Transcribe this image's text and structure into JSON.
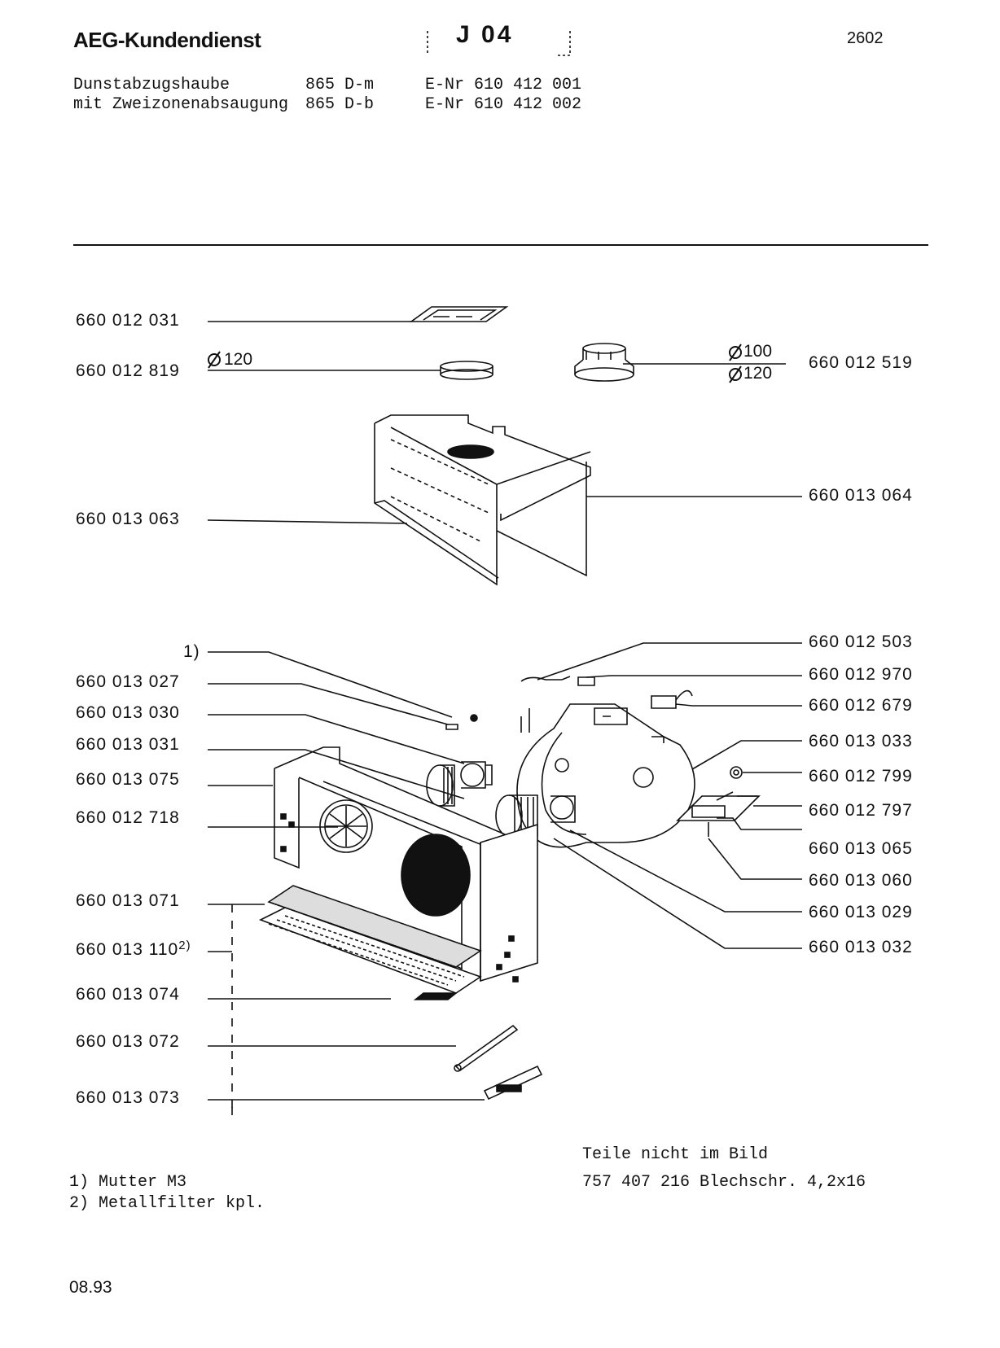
{
  "header": {
    "brand": "AEG-Kundendienst",
    "code": "J 04",
    "doc_number": "2602"
  },
  "models": [
    {
      "name": "Dunstabzugshaube",
      "model": "865 D-m",
      "enr": "E-Nr 610 412 001"
    },
    {
      "name": "mit Zweizonenabsaugung",
      "model": "865 D-b",
      "enr": "E-Nr 610 412 002"
    }
  ],
  "parts_left": [
    {
      "number": "660 012 031"
    },
    {
      "number": "660 012 819"
    },
    {
      "number": "660 013 063"
    },
    {
      "number": "1)"
    },
    {
      "number": "660 013 027"
    },
    {
      "number": "660 013 030"
    },
    {
      "number": "660 013 031"
    },
    {
      "number": "660 013 075"
    },
    {
      "number": "660 012 718"
    },
    {
      "number": "660 013 071"
    },
    {
      "number": "660 013 110",
      "sup": "2)"
    },
    {
      "number": "660 013 074"
    },
    {
      "number": "660 013 072"
    },
    {
      "number": "660 013 073"
    }
  ],
  "parts_right": [
    {
      "number": "660 012 519"
    },
    {
      "number": "660 013 064"
    },
    {
      "number": "660 012 503"
    },
    {
      "number": "660 012 970"
    },
    {
      "number": "660 012 679"
    },
    {
      "number": "660 013 033"
    },
    {
      "number": "660 012 799"
    },
    {
      "number": "660 012 797"
    },
    {
      "number": "660 013 065"
    },
    {
      "number": "660 013 060"
    },
    {
      "number": "660 013 029"
    },
    {
      "number": "660 013 032"
    }
  ],
  "diameters": {
    "d120_left": "120",
    "d100": "100",
    "d120_right": "120"
  },
  "footnotes": [
    "1) Mutter M3",
    "2) Metallfilter kpl."
  ],
  "not_shown": {
    "title": "Teile nicht im Bild",
    "item": "757 407 216 Blechschr. 4,2x16"
  },
  "date": "08.93"
}
